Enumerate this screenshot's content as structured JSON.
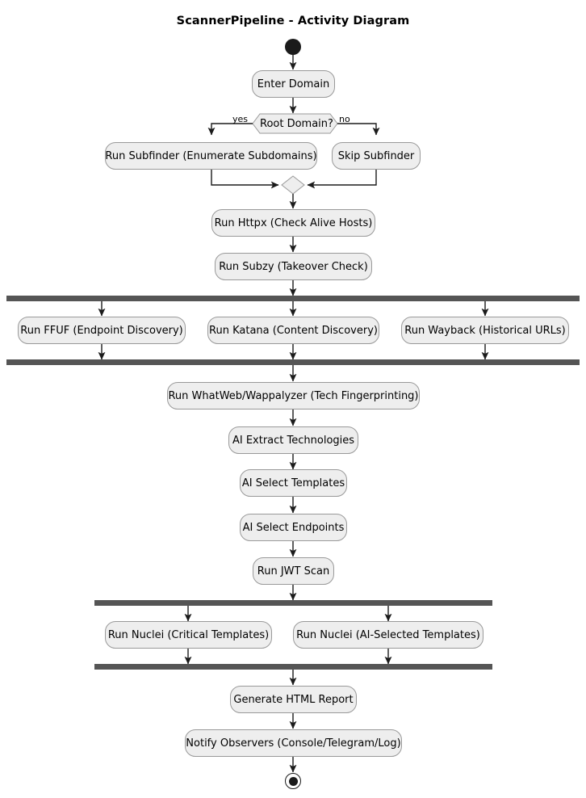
{
  "diagram": {
    "title": "ScannerPipeline - Activity Diagram",
    "type": "uml-activity-diagram",
    "colors": {
      "node_fill": "#EEEEEE",
      "node_border": "#999999",
      "bar": "#555555",
      "edge": "#1B1B1B",
      "text": "#000000",
      "background": "#FFFFFF"
    },
    "start_node": {
      "name": "start"
    },
    "end_node": {
      "name": "end"
    },
    "decision": {
      "label": "Root Domain?",
      "branch_yes": "yes",
      "branch_no": "no"
    },
    "nodes": [
      {
        "id": "enter-domain",
        "label": "Enter Domain"
      },
      {
        "id": "run-subfinder",
        "label": "Run Subfinder (Enumerate Subdomains)"
      },
      {
        "id": "skip-subfinder",
        "label": "Skip Subfinder"
      },
      {
        "id": "run-httpx",
        "label": "Run Httpx (Check Alive Hosts)"
      },
      {
        "id": "run-subzy",
        "label": "Run Subzy (Takeover Check)"
      },
      {
        "id": "run-ffuf",
        "label": "Run FFUF (Endpoint Discovery)"
      },
      {
        "id": "run-katana",
        "label": "Run Katana (Content Discovery)"
      },
      {
        "id": "run-wayback",
        "label": "Run Wayback (Historical URLs)"
      },
      {
        "id": "run-whatweb",
        "label": "Run WhatWeb/Wappalyzer (Tech Fingerprinting)"
      },
      {
        "id": "ai-extract-technologies",
        "label": "AI Extract Technologies"
      },
      {
        "id": "ai-select-templates",
        "label": "AI Select Templates"
      },
      {
        "id": "ai-select-endpoints",
        "label": "AI Select Endpoints"
      },
      {
        "id": "run-jwt-scan",
        "label": "Run JWT Scan"
      },
      {
        "id": "run-nuclei-critical",
        "label": "Run Nuclei (Critical Templates)"
      },
      {
        "id": "run-nuclei-ai-selected",
        "label": "Run Nuclei (AI-Selected Templates)"
      },
      {
        "id": "generate-html-report",
        "label": "Generate HTML Report"
      },
      {
        "id": "notify-observers",
        "label": "Notify Observers (Console/Telegram/Log)"
      }
    ]
  }
}
